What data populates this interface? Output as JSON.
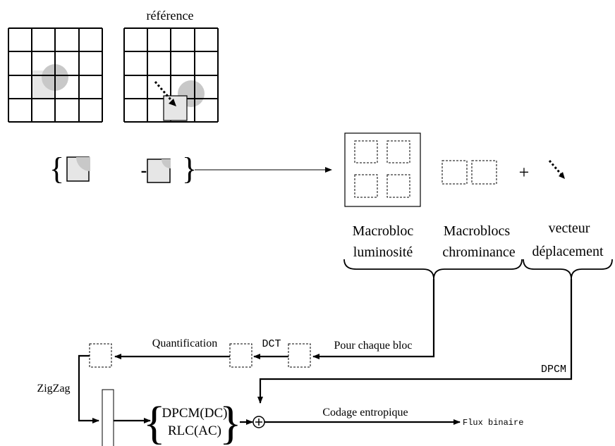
{
  "labels": {
    "reference": "référence",
    "macrobloc_luminosite_1": "Macrobloc",
    "macrobloc_luminosite_2": "luminosité",
    "macroblocs_chrominance_1": "Macroblocs",
    "macroblocs_chrominance_2": "chrominance",
    "vecteur_1": "vecteur",
    "vecteur_2": "déplacement",
    "minus": "-",
    "plus": "+",
    "quantification": "Quantification",
    "dct": "DCT",
    "pour_chaque_bloc": "Pour chaque bloc",
    "dpcm": "DPCM",
    "zigzag": "ZigZag",
    "dpcm_dc": "DPCM(DC)",
    "rlc_ac": "RLC(AC)",
    "codage_entropique": "Codage entropique",
    "flux_binaire": "Flux binaire",
    "adder": "+"
  },
  "colors": {
    "stroke": "#000000",
    "block_fill": "#e6e6e6",
    "circle_fill": "#c8c8c8",
    "background": "#ffffff"
  }
}
